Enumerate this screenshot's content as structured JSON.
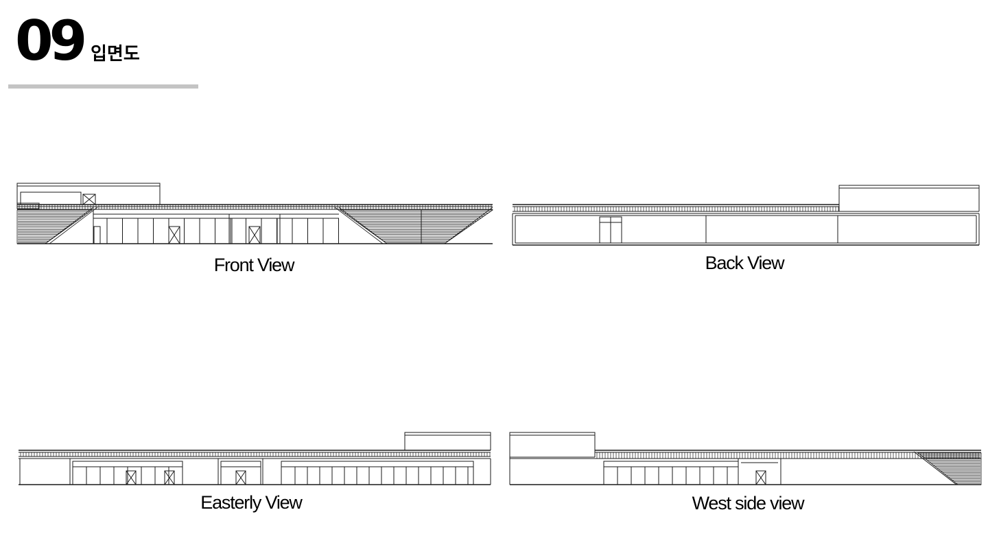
{
  "header": {
    "section_number": "09",
    "section_title": "입면도"
  },
  "views": [
    {
      "id": "front",
      "caption": "Front View"
    },
    {
      "id": "back",
      "caption": "Back View"
    },
    {
      "id": "east",
      "caption": "Easterly View"
    },
    {
      "id": "west",
      "caption": "West side view"
    }
  ],
  "colors": {
    "line": "#1a1a1a",
    "rule": "#c4c4c4"
  }
}
